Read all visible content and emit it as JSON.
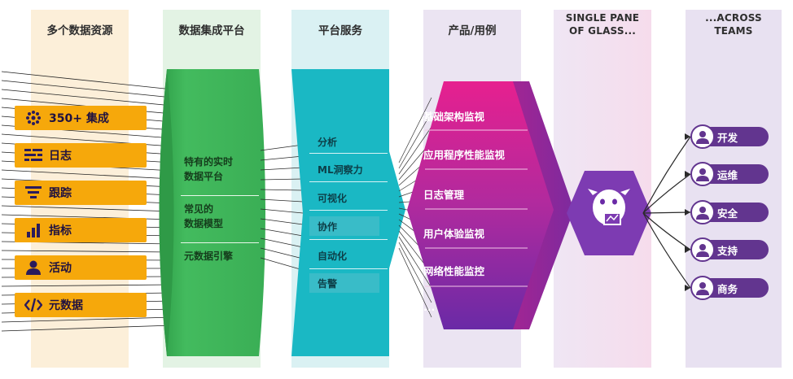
{
  "columns": [
    {
      "title": "多个数据资源"
    },
    {
      "title": "数据集成平台"
    },
    {
      "title": "平台服务"
    },
    {
      "title": "产品/用例"
    },
    {
      "title_line1": "SINGLE PANE",
      "title_line2": "OF GLASS..."
    },
    {
      "title_line1": "...ACROSS",
      "title_line2": "TEAMS"
    }
  ],
  "sources": [
    {
      "label": "350+ 集成",
      "icon": "integrations-icon"
    },
    {
      "label": "日志",
      "icon": "logs-icon"
    },
    {
      "label": "跟踪",
      "icon": "traces-icon"
    },
    {
      "label": "指标",
      "icon": "metrics-icon"
    },
    {
      "label": "活动",
      "icon": "user-icon"
    },
    {
      "label": "元数据",
      "icon": "code-icon"
    }
  ],
  "platform": {
    "item1_line1": "特有的实时",
    "item1_line2": "数据平台",
    "item2_line1": "常见的",
    "item2_line2": "数据模型",
    "item3": "元数据引擎"
  },
  "services": [
    "分析",
    "ML洞察力",
    "可视化",
    "协作",
    "自动化",
    "告警"
  ],
  "products": [
    "基础架构监视",
    "应用程序性能监视",
    "日志管理",
    "用户体验监视",
    "网络性能监控",
    "..."
  ],
  "teams": [
    "开发",
    "运维",
    "安全",
    "支持",
    "商务"
  ],
  "colors": {
    "col1_bg": "#fcefd9",
    "col2_bg": "#e3f3e4",
    "col3_bg": "#daf1f3",
    "col4_bg": "#ebe4f2",
    "col5_bg": "#f3e4f1",
    "col6_bg": "#ebe4f2",
    "source_box": "#f6a80b",
    "platform": "#3fb65a",
    "services": "#1ab8c4",
    "product_top": "#e6208f",
    "product_bottom": "#6a2aa6",
    "hub": "#7d3bb2",
    "team": "#62358f"
  }
}
